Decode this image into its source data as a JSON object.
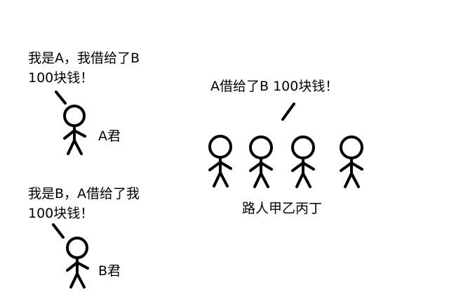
{
  "speaker_a": {
    "speech_line1": "我是A，我借给了B",
    "speech_line2": "100块钱！",
    "name_label": "A君"
  },
  "speaker_b": {
    "speech_line1": "我是B，A借给了我",
    "speech_line2": "100块钱！",
    "name_label": "B君"
  },
  "bystanders": {
    "speech": "A借给了B 100块钱！",
    "group_label": "路人甲乙丙丁"
  }
}
